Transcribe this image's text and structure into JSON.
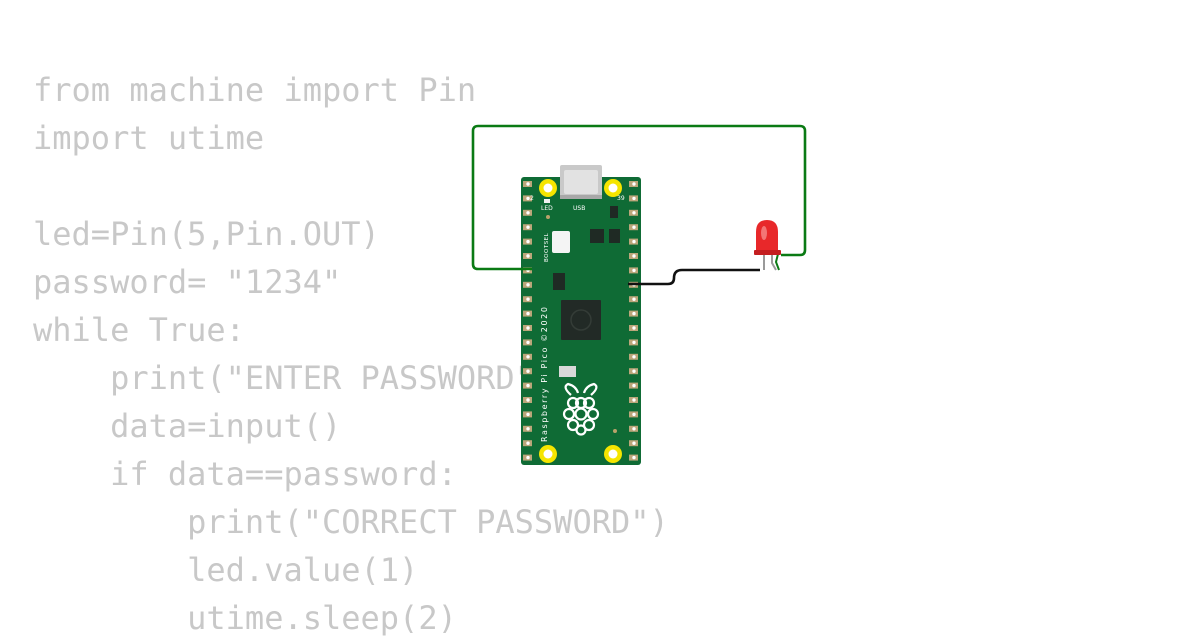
{
  "editor": {
    "code_lines": [
      {
        "indent": 0,
        "text": "from machine import Pin"
      },
      {
        "indent": 0,
        "text": "import utime"
      },
      {
        "indent": 0,
        "text": ""
      },
      {
        "indent": 0,
        "text": "led=Pin(5,Pin.OUT)"
      },
      {
        "indent": 0,
        "text": "password= \"1234\""
      },
      {
        "indent": 0,
        "text": "while True:"
      },
      {
        "indent": 1,
        "text": "print(\"ENTER PASSWORD\")"
      },
      {
        "indent": 1,
        "text": "data=input()"
      },
      {
        "indent": 1,
        "text": "if data==password:"
      },
      {
        "indent": 2,
        "text": "print(\"CORRECT PASSWORD\")"
      },
      {
        "indent": 2,
        "text": "led.value(1)"
      },
      {
        "indent": 2,
        "text": "utime.sleep(2)"
      }
    ]
  },
  "board": {
    "label_led": "LED",
    "label_usb": "USB",
    "label_bootsel": "BOOTSEL",
    "silkscreen": "Raspberry Pi Pico ©2020",
    "pin_label_left": "2",
    "pin_label_right": "39",
    "pcb_color": "#0f6b35",
    "mount_hole_color": "#f5e500"
  },
  "wires": {
    "green_color": "#0a7a14",
    "black_color": "#111111"
  },
  "led": {
    "color": "#e8282a"
  }
}
